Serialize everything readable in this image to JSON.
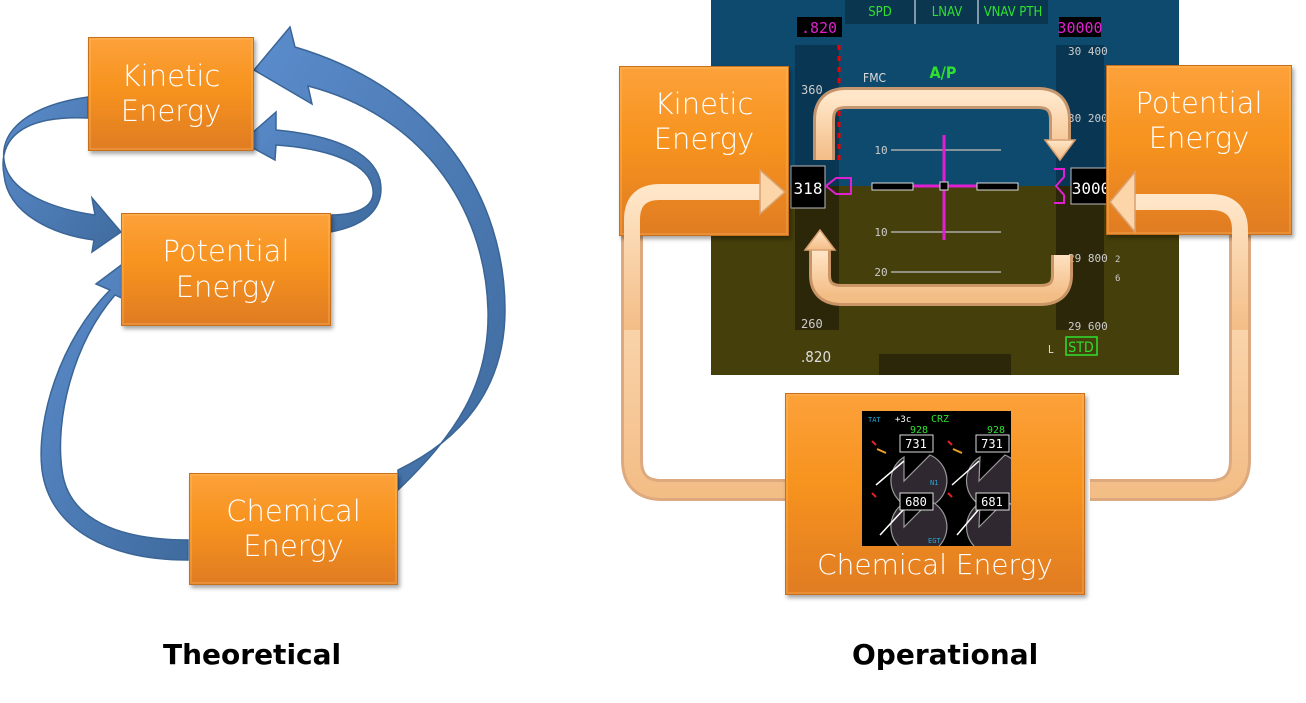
{
  "theoretical": {
    "caption": "Theoretical",
    "boxes": {
      "kinetic": [
        "Kinetic",
        "Energy"
      ],
      "potential": [
        "Potential",
        "Energy"
      ],
      "chemical": [
        "Chemical",
        "Energy"
      ]
    },
    "arrow_color": "#4f81bd"
  },
  "operational": {
    "caption": "Operational",
    "boxes": {
      "kinetic": [
        "Kinetic",
        "Energy"
      ],
      "potential": [
        "Potential",
        "Energy"
      ],
      "chemical": "Chemical Energy"
    },
    "arrow_color": "#fcd5a8",
    "pfd": {
      "fma": [
        "SPD",
        "LNAV",
        "VNAV PTH"
      ],
      "mach_target": ".820",
      "alt_target": "30000",
      "fmc_label": "FMC",
      "ap_status": "A/P",
      "speed_current": "318",
      "speed_tape_labels": [
        "360",
        "260"
      ],
      "altitude_current": "3000",
      "altitude_tape_labels": [
        "30 400",
        "30 200",
        "29 800",
        "29 600"
      ],
      "pitch_labels": [
        "10",
        "10",
        "20"
      ],
      "mach_current": ".820",
      "baro_label": "L",
      "baro_setting": "STD",
      "vsi_labels": [
        "2",
        "6"
      ]
    },
    "eicas": {
      "tat_label": "TAT",
      "tat_value": "+3c",
      "thrust_mode": "CRZ",
      "n1_limit": [
        "928",
        "928"
      ],
      "n1_values": [
        "731",
        "731"
      ],
      "n1_label": "N1",
      "egt_values": [
        "680",
        "681"
      ],
      "egt_label": "EGT"
    }
  }
}
